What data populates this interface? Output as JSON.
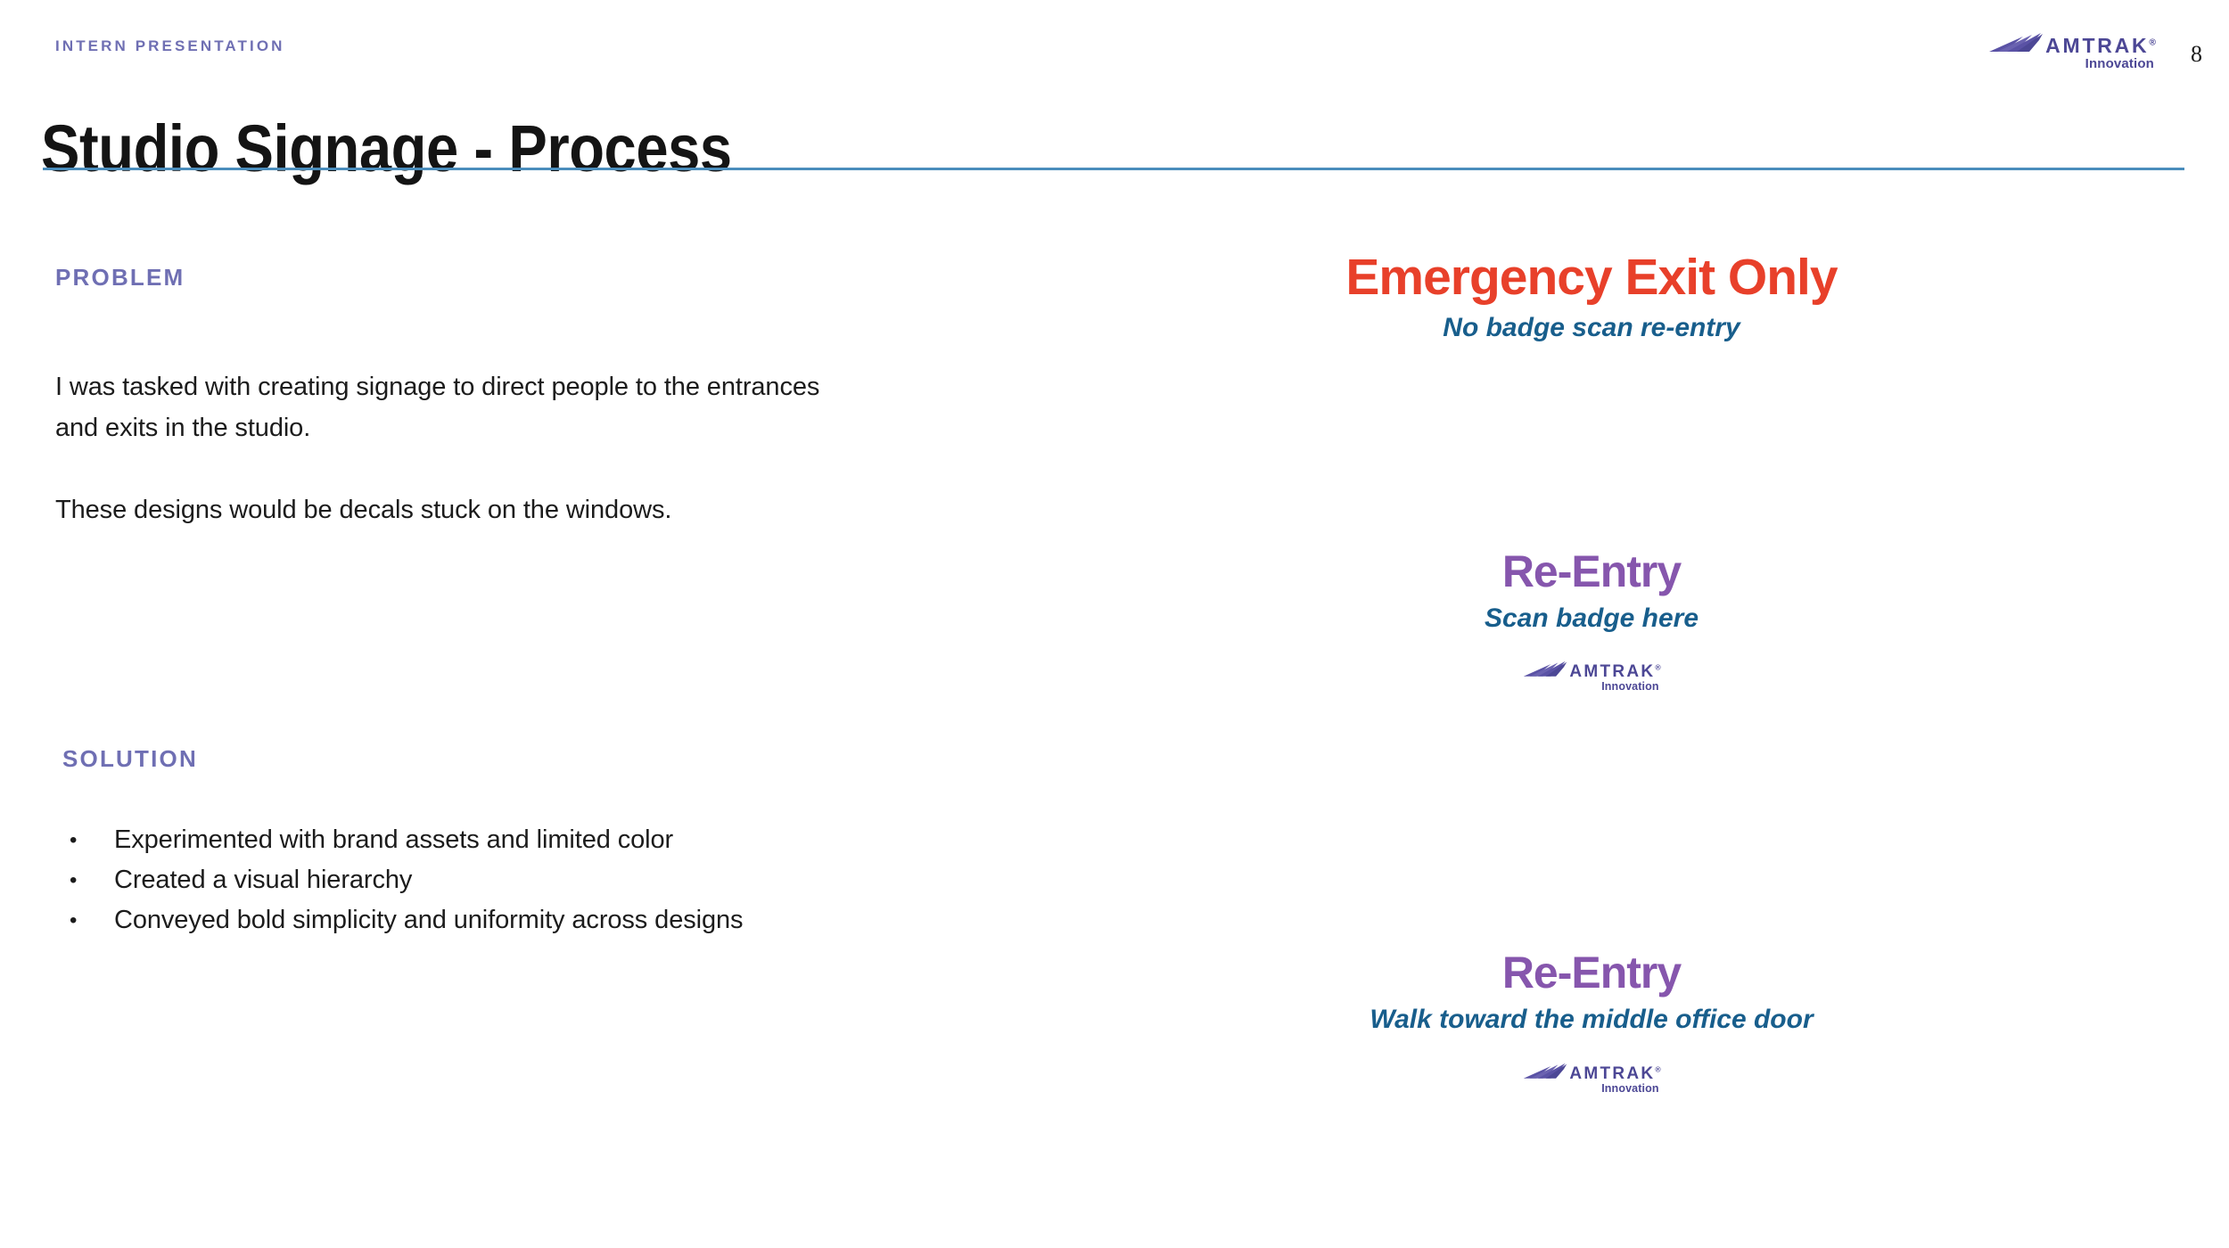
{
  "header": {
    "eyebrow": "INTERN PRESENTATION",
    "title": "Studio Signage - Process",
    "page_number": "8",
    "logo": {
      "wordmark": "AMTRAK",
      "registered": "®",
      "subword": "Innovation",
      "icon_name": "amtrak-swoosh-icon"
    }
  },
  "left_column": {
    "problem": {
      "label": "PROBLEM",
      "paragraphs": [
        "I was tasked with creating signage to direct people to the entrances and exits in the studio.",
        "These designs would be decals stuck on the windows."
      ]
    },
    "solution": {
      "label": "SOLUTION",
      "bullet_glyph": "•",
      "bullets": [
        "Experimented with brand assets and limited color",
        "Created a visual hierarchy",
        "Conveyed bold simplicity and uniformity across designs"
      ]
    }
  },
  "signs": [
    {
      "id": "emergency-exit",
      "title": "Emergency Exit Only",
      "subtitle": "No badge scan re-entry",
      "title_color": "#e8402a",
      "subtitle_color": "#185e8c",
      "has_logo": false
    },
    {
      "id": "re-entry-scan",
      "title": "Re-Entry",
      "subtitle": "Scan badge here",
      "title_color": "#8656ad",
      "subtitle_color": "#185e8c",
      "has_logo": true,
      "logo": {
        "wordmark": "AMTRAK",
        "registered": "®",
        "subword": "Innovation",
        "icon_name": "amtrak-swoosh-icon"
      }
    },
    {
      "id": "re-entry-walk",
      "title": "Re-Entry",
      "subtitle": "Walk toward the middle office door",
      "title_color": "#8656ad",
      "subtitle_color": "#185e8c",
      "has_logo": true,
      "logo": {
        "wordmark": "AMTRAK",
        "registered": "®",
        "subword": "Innovation",
        "icon_name": "amtrak-swoosh-icon"
      }
    }
  ],
  "colors": {
    "accent_purple": "#6f6fb3",
    "rule_blue": "#4a8dbc",
    "sign_orange": "#e8402a",
    "sign_purple": "#8656ad",
    "sign_blue": "#185e8c",
    "logo_purple": "#4c4795",
    "background": "#ffffff"
  }
}
